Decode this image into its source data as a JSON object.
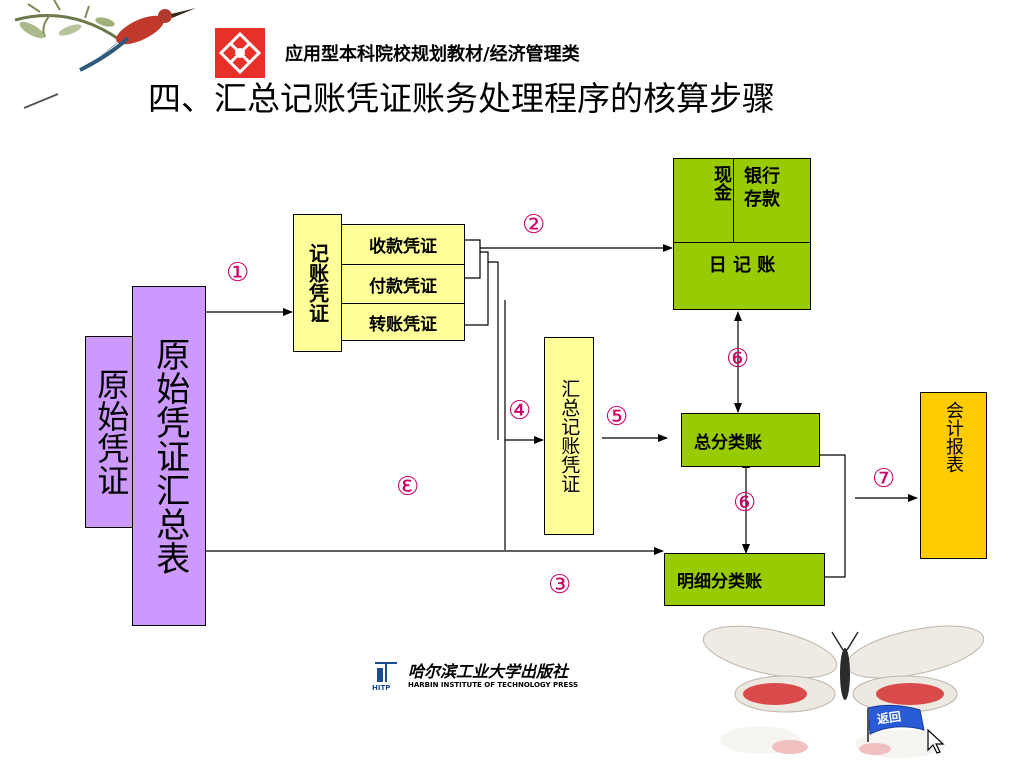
{
  "header": {
    "series_title": "应用型本科院校规划教材/经济管理类",
    "slide_title": "四、汇总记账凭证账务处理程序的核算步骤"
  },
  "diagram": {
    "original_docs": "原始凭证",
    "original_summary": "原始凭证汇总表",
    "voucher_group_label": "记账凭证",
    "vouchers": [
      "收款凭证",
      "付款凭证",
      "转账凭证"
    ],
    "summary_voucher": "汇总记账凭证",
    "journal": {
      "cash": "现金",
      "bank": "银行存款",
      "title": "日 记 账"
    },
    "general_ledger": "总分类账",
    "detail_ledger": "明细分类账",
    "report": "会计报表",
    "steps": {
      "s1": "①",
      "s2": "②",
      "s3": "③",
      "s3_mirrored": "③",
      "s4": "④",
      "s5": "⑤",
      "s6_upper": "⑥",
      "s6_lower": "⑥",
      "s7": "⑦"
    }
  },
  "footer": {
    "publisher_cn": "哈尔滨工业大学出版社",
    "publisher_en": "HARBIN INSTITUTE OF TECHNOLOGY PRESS",
    "hitp": "HITP",
    "return_button": "返回"
  },
  "colors": {
    "purple": "#cc99ff",
    "yellow": "#ffff99",
    "green": "#99cc00",
    "orange": "#ffcc00",
    "step_number": "#cc0066",
    "logo_red": "#e8302a"
  }
}
